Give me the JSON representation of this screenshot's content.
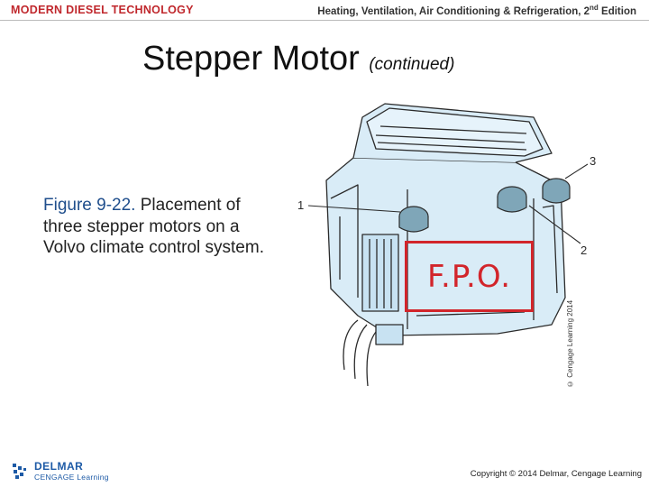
{
  "header": {
    "left": "MODERN DIESEL TECHNOLOGY",
    "right_main": "Heating, Ventilation, Air Conditioning & Refrigeration, 2",
    "right_sup": "nd",
    "right_tail": " Edition"
  },
  "slide": {
    "title": "Stepper Motor",
    "title_suffix": "(continued)"
  },
  "caption": {
    "figure_label": "Figure 9-22.",
    "text": " Placement of three stepper motors on a Volvo climate control system."
  },
  "figure": {
    "callouts": [
      "1",
      "2",
      "3"
    ],
    "fpo_label": "F.P.O.",
    "vertical_copyright": "© Cengage Learning 2014"
  },
  "footer": {
    "logo_brand": "DELMAR",
    "logo_sub": "CENGAGE Learning",
    "copyright": "Copyright © 2014 Delmar, Cengage Learning"
  },
  "colors": {
    "brand_red": "#c0282d",
    "fpo_red": "#d2252b",
    "illustration_blue": "#d9ecf7",
    "logo_blue": "#1d5aa6"
  }
}
